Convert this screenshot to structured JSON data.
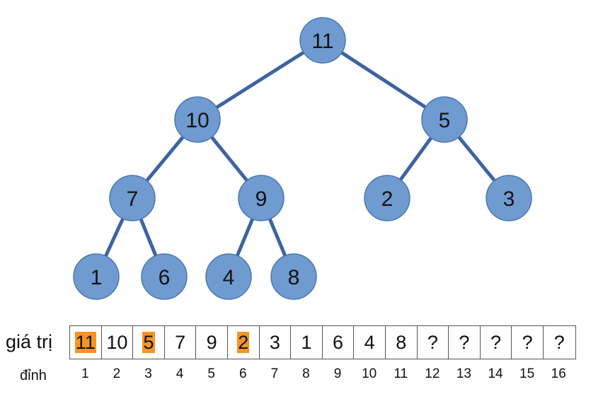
{
  "tree": {
    "nodes": [
      {
        "id": 1,
        "label": "11"
      },
      {
        "id": 2,
        "label": "10"
      },
      {
        "id": 3,
        "label": "5"
      },
      {
        "id": 4,
        "label": "7"
      },
      {
        "id": 5,
        "label": "9"
      },
      {
        "id": 6,
        "label": "2"
      },
      {
        "id": 7,
        "label": "3"
      },
      {
        "id": 8,
        "label": "1"
      },
      {
        "id": 9,
        "label": "6"
      },
      {
        "id": 10,
        "label": "4"
      },
      {
        "id": 11,
        "label": "8"
      }
    ],
    "edges": [
      [
        1,
        2
      ],
      [
        1,
        3
      ],
      [
        2,
        4
      ],
      [
        2,
        5
      ],
      [
        3,
        6
      ],
      [
        3,
        7
      ],
      [
        4,
        8
      ],
      [
        4,
        9
      ],
      [
        5,
        10
      ],
      [
        5,
        11
      ]
    ],
    "node_color": "#6f9bd1",
    "node_stroke": "#4a77b0",
    "edge_color": "#3d64a0"
  },
  "array": {
    "row_label": "giá trị",
    "index_label": "đỉnh",
    "values": [
      "11",
      "10",
      "5",
      "7",
      "9",
      "2",
      "3",
      "1",
      "6",
      "4",
      "8",
      "?",
      "?",
      "?",
      "?",
      "?"
    ],
    "indices": [
      "1",
      "2",
      "3",
      "4",
      "5",
      "6",
      "7",
      "8",
      "9",
      "10",
      "11",
      "12",
      "13",
      "14",
      "15",
      "16"
    ],
    "highlighted_positions": [
      1,
      3,
      6
    ],
    "highlight_color": "#f79420"
  }
}
